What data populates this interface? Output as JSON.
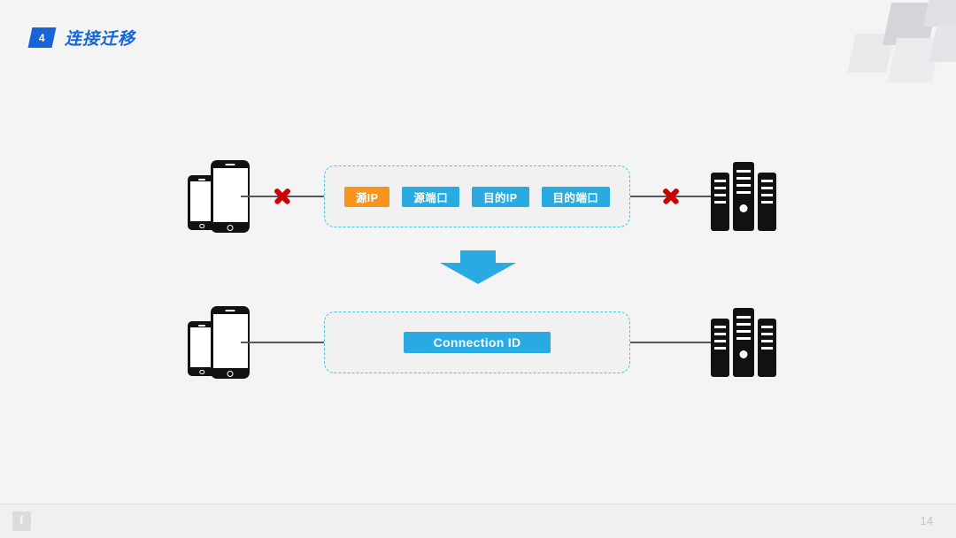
{
  "slide": {
    "number_badge": "4",
    "title": "连接迁移",
    "page_number": "14",
    "footer_logo_glyph": "f",
    "colors": {
      "background": "#f4f4f4",
      "title_blue": "#1565d8",
      "accent_cyan": "#29abe2",
      "accent_orange": "#f7941e",
      "cross_red": "#cc0000",
      "line_gray": "#58585a",
      "dashed_border": "#49c5e8",
      "packet_fill": "#f1f1f1",
      "device_black": "#111111"
    }
  },
  "diagram": {
    "rows": [
      {
        "id": "before-migration",
        "left_node": {
          "icon": "mobile-phones-icon",
          "label": ""
        },
        "right_node": {
          "icon": "server-rack-icon",
          "label": ""
        },
        "left_link_broken": true,
        "right_link_broken": true,
        "packet_fields": [
          {
            "label": "源IP",
            "color": "#f7941e",
            "highlight": true
          },
          {
            "label": "源端口",
            "color": "#29abe2",
            "highlight": false
          },
          {
            "label": "目的IP",
            "color": "#29abe2",
            "highlight": false
          },
          {
            "label": "目的端口",
            "color": "#29abe2",
            "highlight": false
          }
        ]
      },
      {
        "id": "after-migration",
        "left_node": {
          "icon": "mobile-phones-icon",
          "label": ""
        },
        "right_node": {
          "icon": "server-rack-icon",
          "label": ""
        },
        "left_link_broken": false,
        "right_link_broken": false,
        "packet_fields": [
          {
            "label": "Connection ID",
            "color": "#29abe2",
            "highlight": false
          }
        ]
      }
    ],
    "transition_arrow": {
      "direction": "down",
      "color": "#29abe2"
    }
  }
}
